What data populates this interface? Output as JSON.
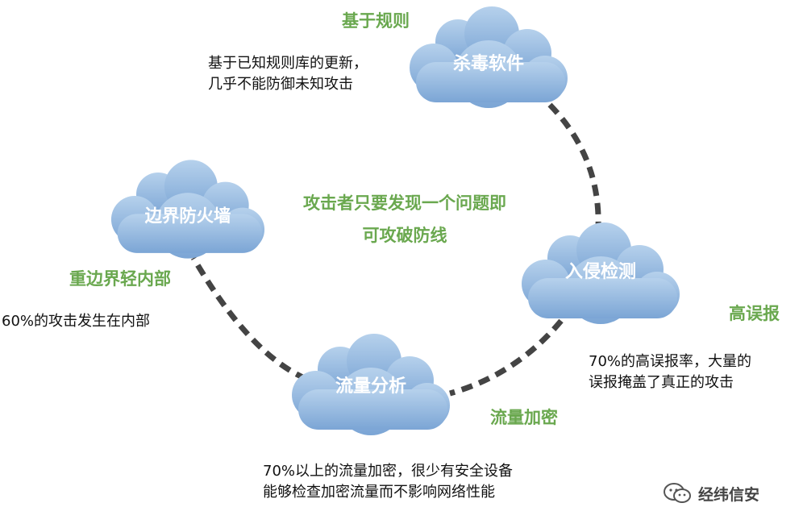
{
  "clouds": {
    "antivirus": {
      "label": "杀毒软件"
    },
    "ids": {
      "label": "入侵检测"
    },
    "traffic": {
      "label": "流量分析"
    },
    "firewall": {
      "label": "边界防火墙"
    }
  },
  "tags": {
    "antivirus": "基于规则",
    "ids": "高误报",
    "traffic": "流量加密",
    "firewall": "重边界轻内部"
  },
  "notes": {
    "antivirus": [
      "基于已知规则库的更新，",
      "几乎不能防御未知攻击"
    ],
    "ids": [
      "70%的高误报率，大量的",
      "误报掩盖了真正的攻击"
    ],
    "traffic": [
      "70%以上的流量加密，很少有安全设备",
      "能够检查加密流量而不影响网络性能"
    ],
    "firewall": [
      "60%的攻击发生在内部"
    ]
  },
  "center_text": [
    "攻击者只要发现一个问题即",
    "可攻破防线"
  ],
  "watermark": {
    "text": "经纬信安"
  },
  "colors": {
    "cloud_top": "#a9c7e6",
    "cloud_bottom": "#7aa4d4",
    "accent_green": "#6aa84f",
    "dash": "#444444"
  }
}
